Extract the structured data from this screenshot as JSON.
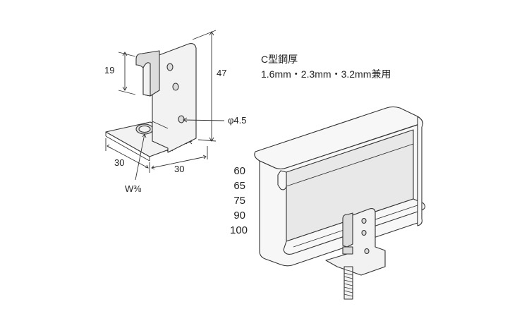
{
  "spec": {
    "title": "C型鋼厚",
    "thickness": "1.6mm・2.3mm・3.2mm兼用"
  },
  "dimensions": {
    "height_small": "19",
    "height_total": "47",
    "hole_diameter": "φ4.5",
    "base_width": "30",
    "base_depth": "30",
    "thread": "W⅜"
  },
  "channel_sizes": [
    "60",
    "65",
    "75",
    "90",
    "100"
  ]
}
